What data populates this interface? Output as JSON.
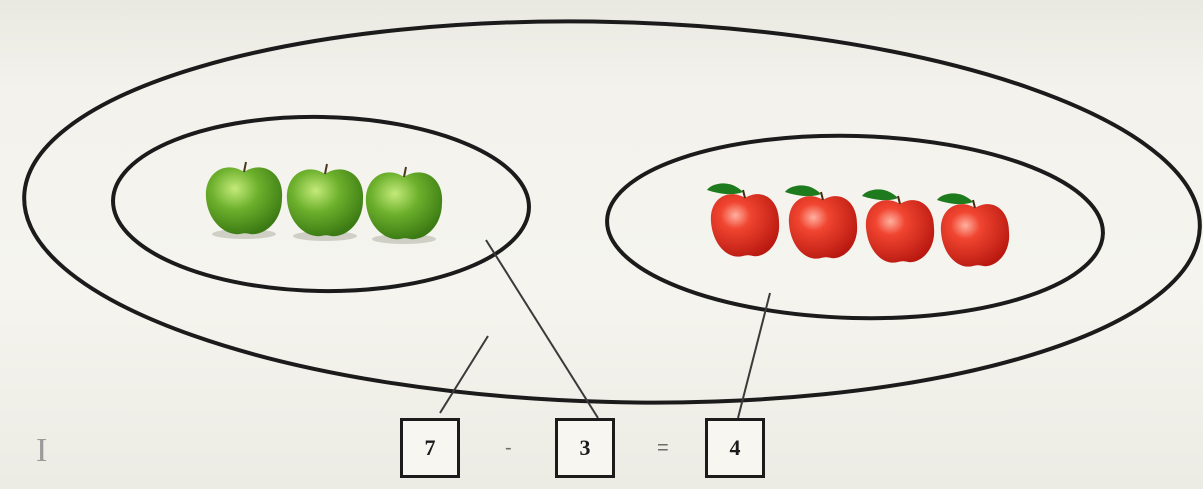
{
  "equation": {
    "total": "7",
    "minus_sign": "-",
    "subtrahend": "3",
    "equals_sign": "=",
    "result": "4"
  },
  "groups": {
    "whole": {
      "count": 7
    },
    "green_apples": {
      "count": 3,
      "color": "#5fa323"
    },
    "red_apples": {
      "count": 4,
      "color": "#e0281c",
      "leaf_color": "#1d7a1d"
    }
  },
  "colors": {
    "line": "#1b1b1b",
    "background": "#f3f2ec"
  },
  "cursor_glyph": "I"
}
